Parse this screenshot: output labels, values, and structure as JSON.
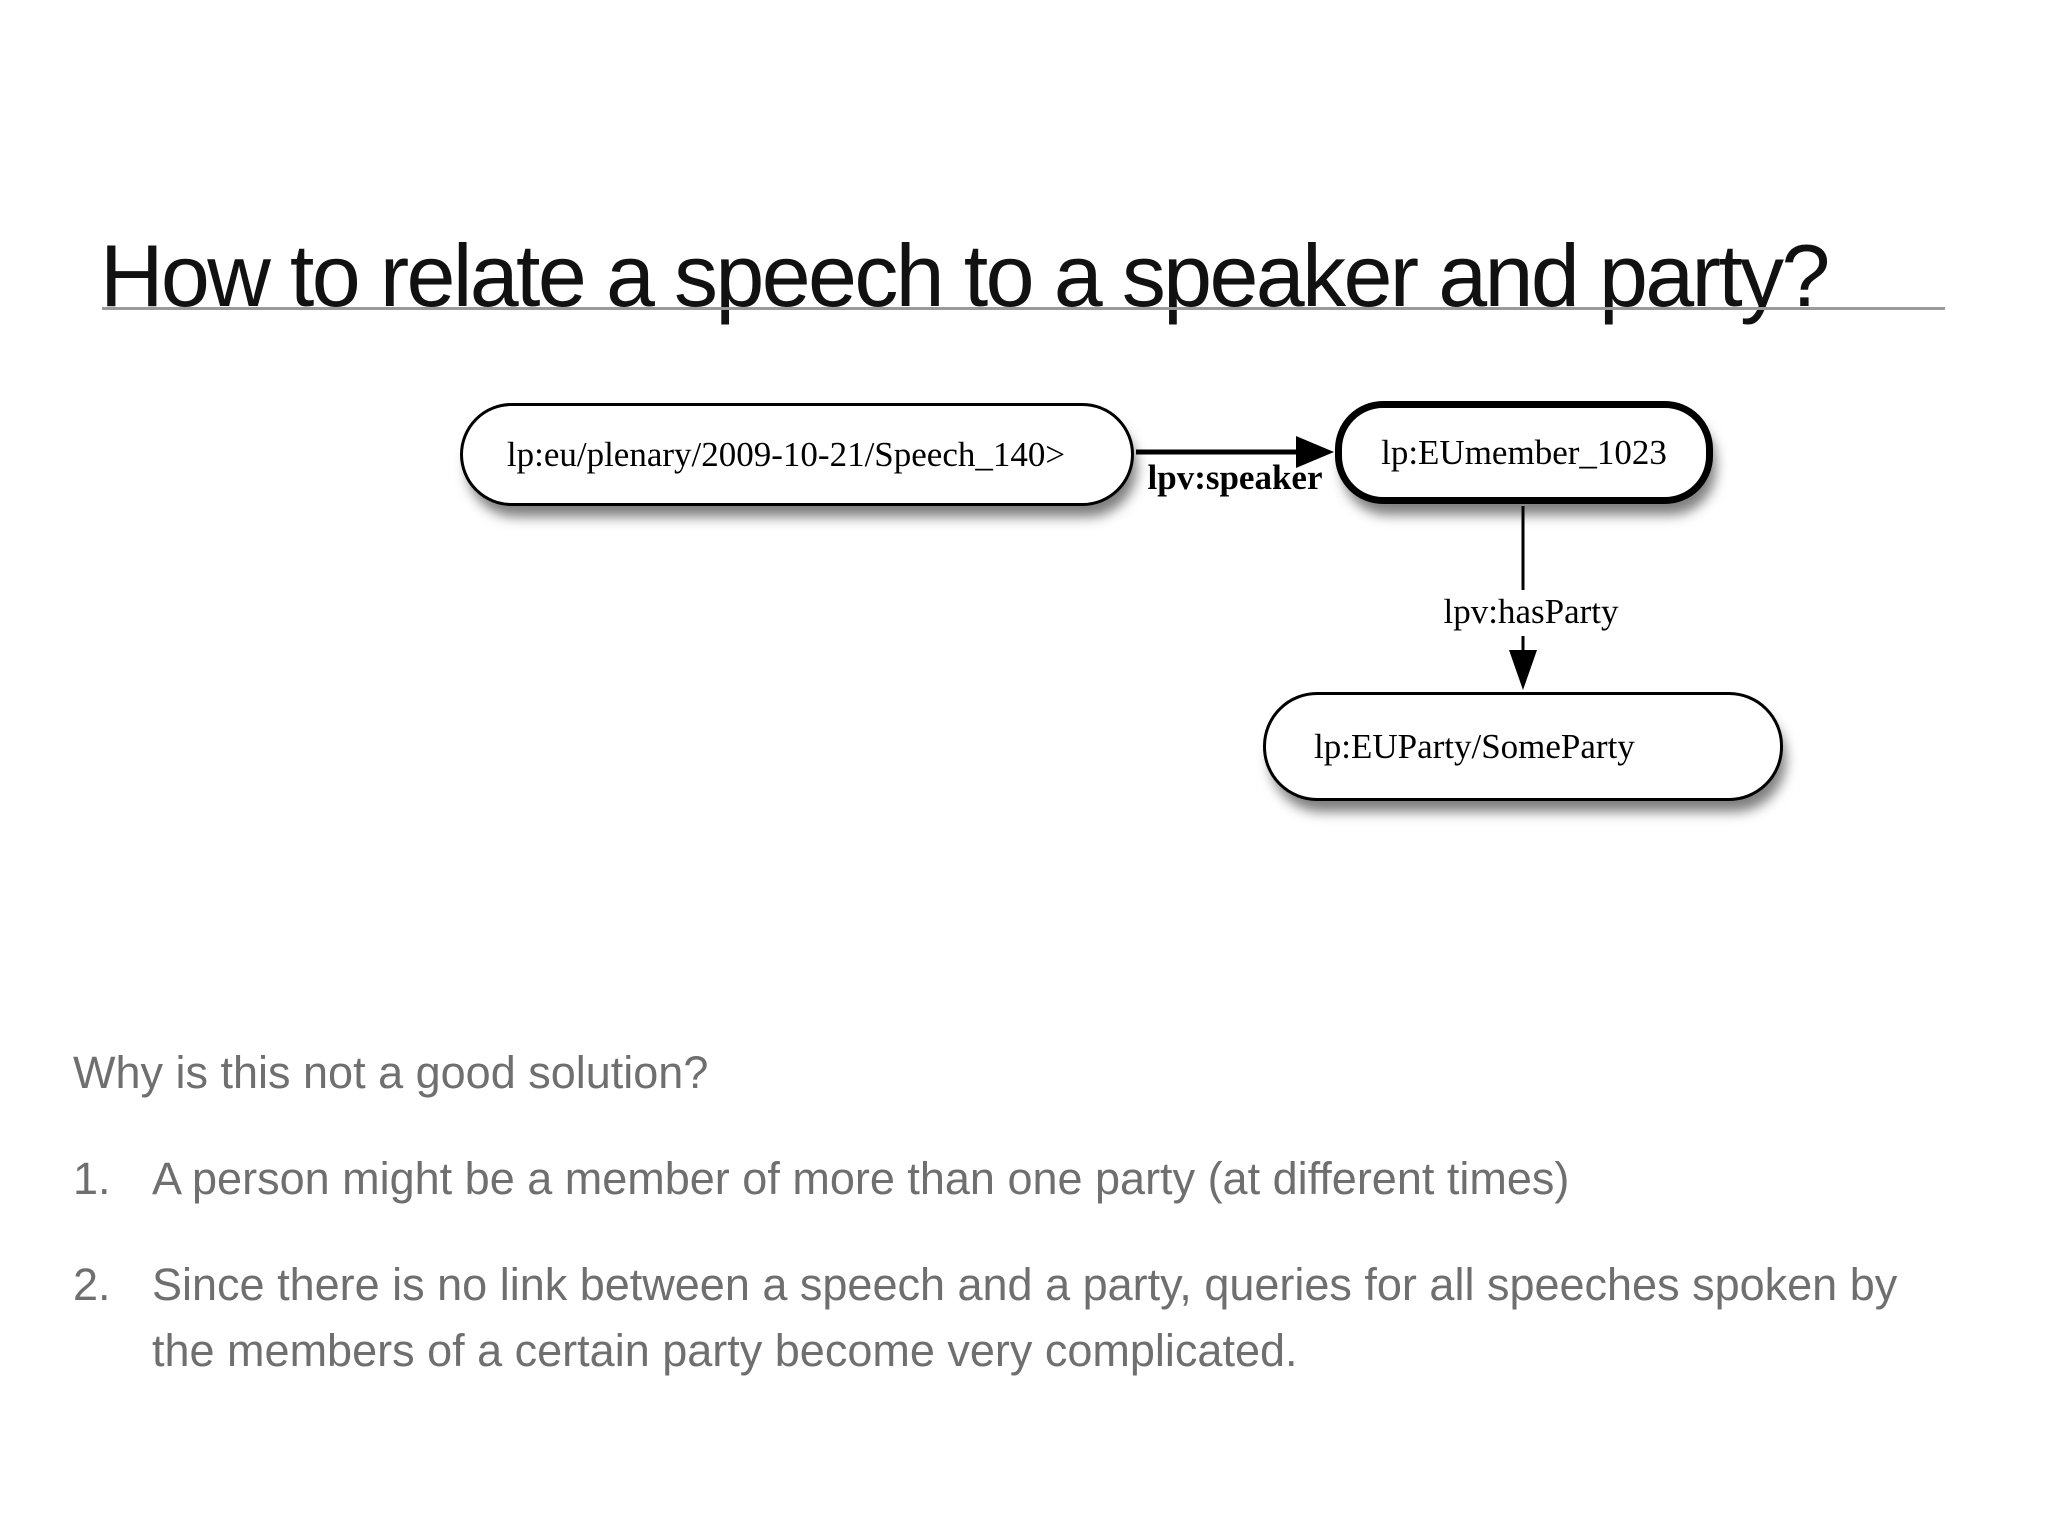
{
  "slide": {
    "title": "How to relate a speech to a speaker and party?",
    "question": "Why is this not a good solution?",
    "items": [
      {
        "number": "1.",
        "text": "A person might be a member of more than one party (at different times)"
      },
      {
        "number": "2.",
        "text": "Since there is no link between a speech and a party, queries for all speeches spoken by the members of a certain party become very complicated."
      }
    ]
  },
  "diagram": {
    "nodes": {
      "speech": {
        "label": "lp:eu/plenary/2009-10-21/Speech_140>"
      },
      "member": {
        "label": "lp:EUmember_1023"
      },
      "party": {
        "label": "lp:EUParty/SomeParty"
      }
    },
    "edges": {
      "speaker": {
        "label": "lpv:speaker"
      },
      "has_party": {
        "label": "lpv:hasParty"
      }
    }
  },
  "colors": {
    "title_text": "#111111",
    "body_text": "#6f6f6f",
    "divider": "#9a9a9a",
    "node_fill": "#ffffff",
    "node_border": "#000000",
    "edge": "#000000"
  }
}
